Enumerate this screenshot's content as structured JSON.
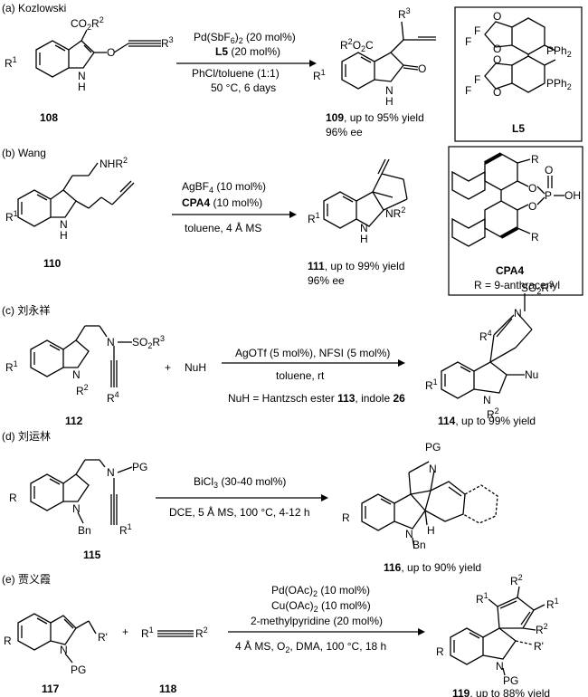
{
  "sections": [
    {
      "header": "(a) Kozlowski",
      "sm": {
        "co2r": "CO",
        "co2r_sub": "2",
        "r_sup": "R",
        "r2": "2",
        "r3": "R",
        "r3sup": "3",
        "r1": "R",
        "r1sup": "1",
        "nh": "N",
        "h": "H",
        "o": "O",
        "id": "108"
      },
      "cond": {
        "l1a": "Pd(SbF",
        "l1b": "6",
        "l1c": ")",
        "l1d": "2",
        "l1e": " (20 mol%)",
        "l2a": "L5",
        "l2b": " (20 mol%)",
        "l3": "PhCl/toluene (1:1)",
        "l4": "50 °C, 6 days"
      },
      "prod": {
        "id": "109",
        "yield": ", up to 95% yield",
        "ee": "96% ee",
        "r2co2c": "R",
        "r3": "R",
        "o": "O"
      },
      "ligand": {
        "label": "L5",
        "f": "F",
        "pph2": "PPh",
        "o": "O"
      }
    },
    {
      "header": "(b) Wang",
      "sm": {
        "nhr": "NHR",
        "sup": "2",
        "id": "110"
      },
      "cond": {
        "l1a": "AgBF",
        "l1b": "4",
        "l1c": " (10 mol%)",
        "l2a": "CPA4",
        "l2b": " (10 mol%)",
        "l3": "toluene, 4 Å MS"
      },
      "prod": {
        "id": "111",
        "yield": ", up to 99% yield",
        "ee": "96% ee",
        "nr": "NR"
      },
      "catalyst": {
        "label": "CPA4",
        "desc": "R = 9-anthracenyl",
        "r": "R",
        "o": "O",
        "p": "P",
        "oh": "OH"
      }
    },
    {
      "header": "(c) 刘永祥",
      "sm": {
        "n": "N",
        "so2": "SO",
        "r3": "R",
        "r4": "R",
        "r2": "R",
        "id": "112"
      },
      "nuh": "NuH",
      "plus": "+",
      "cond": {
        "l1": "AgOTf (5 mol%), NFSI (5 mol%)",
        "l2": "toluene, rt",
        "l3a": "NuH = Hantzsch ester ",
        "l3b": "113",
        "l3c": ", indole ",
        "l3d": "26"
      },
      "prod": {
        "id": "114",
        "yield": ", up to 99% yield",
        "nu": "Nu"
      }
    },
    {
      "header": "(d) 刘运林",
      "sm": {
        "pg": "PG",
        "bn": "Bn",
        "id": "115"
      },
      "cond": {
        "l1a": "BiCl",
        "l1b": "3",
        "l1c": " (30-40 mol%)",
        "l2": "DCE, 5 Å MS, 100 °C, 4-12 h"
      },
      "prod": {
        "id": "116",
        "yield": ", up to 90% yield",
        "h": "H"
      }
    },
    {
      "header": "(e) 贾义霞",
      "sm": {
        "rp": "R'",
        "pg": "PG",
        "id": "117"
      },
      "alkyne": {
        "id": "118"
      },
      "cond": {
        "l1a": "Pd(OAc)",
        "l1b": "2",
        "l1c": " (10 mol%)",
        "l2a": "Cu(OAc)",
        "l2b": "2",
        "l2c": " (10 mol%)",
        "l3": "2-methylpyridine (20 mol%)",
        "l4a": "4 Å MS, O",
        "l4b": "2",
        "l4c": ", DMA, 100 °C, 18 h"
      },
      "prod": {
        "id": "119",
        "yield": ", up to 88% yield"
      }
    }
  ]
}
